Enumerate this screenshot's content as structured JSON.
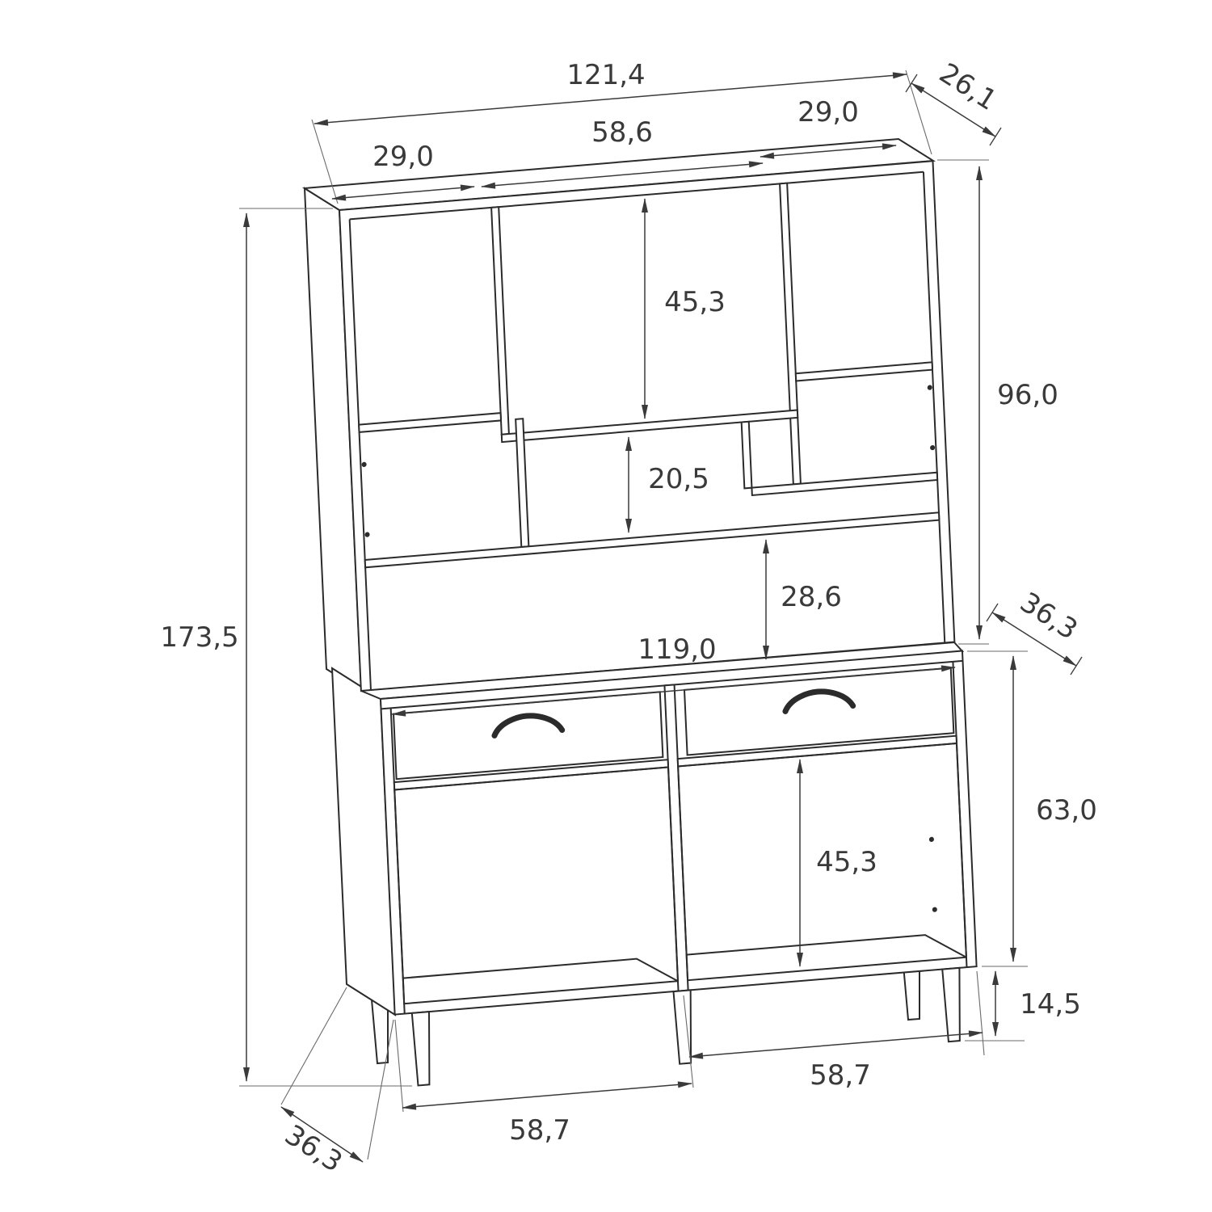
{
  "diagram": {
    "type": "technical-drawing",
    "subject": "kitchen cabinet hutch with shelves, two drawers, two lower compartments and legs",
    "unit_style": "decimal-comma-centimeters",
    "colors": {
      "background": "#ffffff",
      "line": "#2b2b2b",
      "dimension": "#3a3a3a"
    },
    "labels": {
      "total_width": "121,4",
      "top_depth": "26,1",
      "top_left_section_width": "29,0",
      "top_middle_section_width": "58,6",
      "top_right_section_width": "29,0",
      "upper_cubby_height": "45,3",
      "hutch_height": "96,0",
      "middle_cubby_height": "20,5",
      "open_space_height": "28,6",
      "counter_depth_right": "36,3",
      "total_height": "173,5",
      "counter_width": "119,0",
      "base_height": "63,0",
      "base_cubby_height": "45,3",
      "leg_height": "14,5",
      "base_right_section_width": "58,7",
      "base_left_section_width": "58,7",
      "base_depth_left": "36,3"
    }
  }
}
